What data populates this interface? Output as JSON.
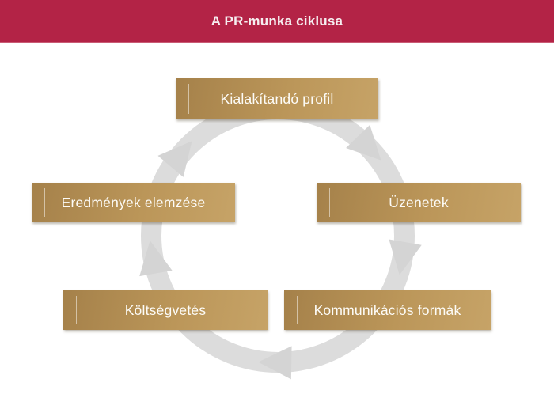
{
  "header": {
    "title": "A PR-munka ciklusa"
  },
  "diagram": {
    "type": "cycle",
    "direction": "clockwise",
    "steps": [
      {
        "label": "Kialakítandó profil",
        "position": "top"
      },
      {
        "label": "Üzenetek",
        "position": "right"
      },
      {
        "label": "Kommunikációs formák",
        "position": "bottom-right"
      },
      {
        "label": "Költségvetés",
        "position": "bottom-left"
      },
      {
        "label": "Eredmények elemzése",
        "position": "left"
      }
    ]
  },
  "colors": {
    "header_bg": "#b32346",
    "header_edge": "#c95c75",
    "header_text": "#f6eef0",
    "page_bg": "#ffffff",
    "ring": "#dcdcdc",
    "arrowhead": "#d4d4d4",
    "box_dark": "#a5814a",
    "box_mid": "#bb9659",
    "box_light": "#c6a367",
    "box_text": "#fdfcf8"
  }
}
